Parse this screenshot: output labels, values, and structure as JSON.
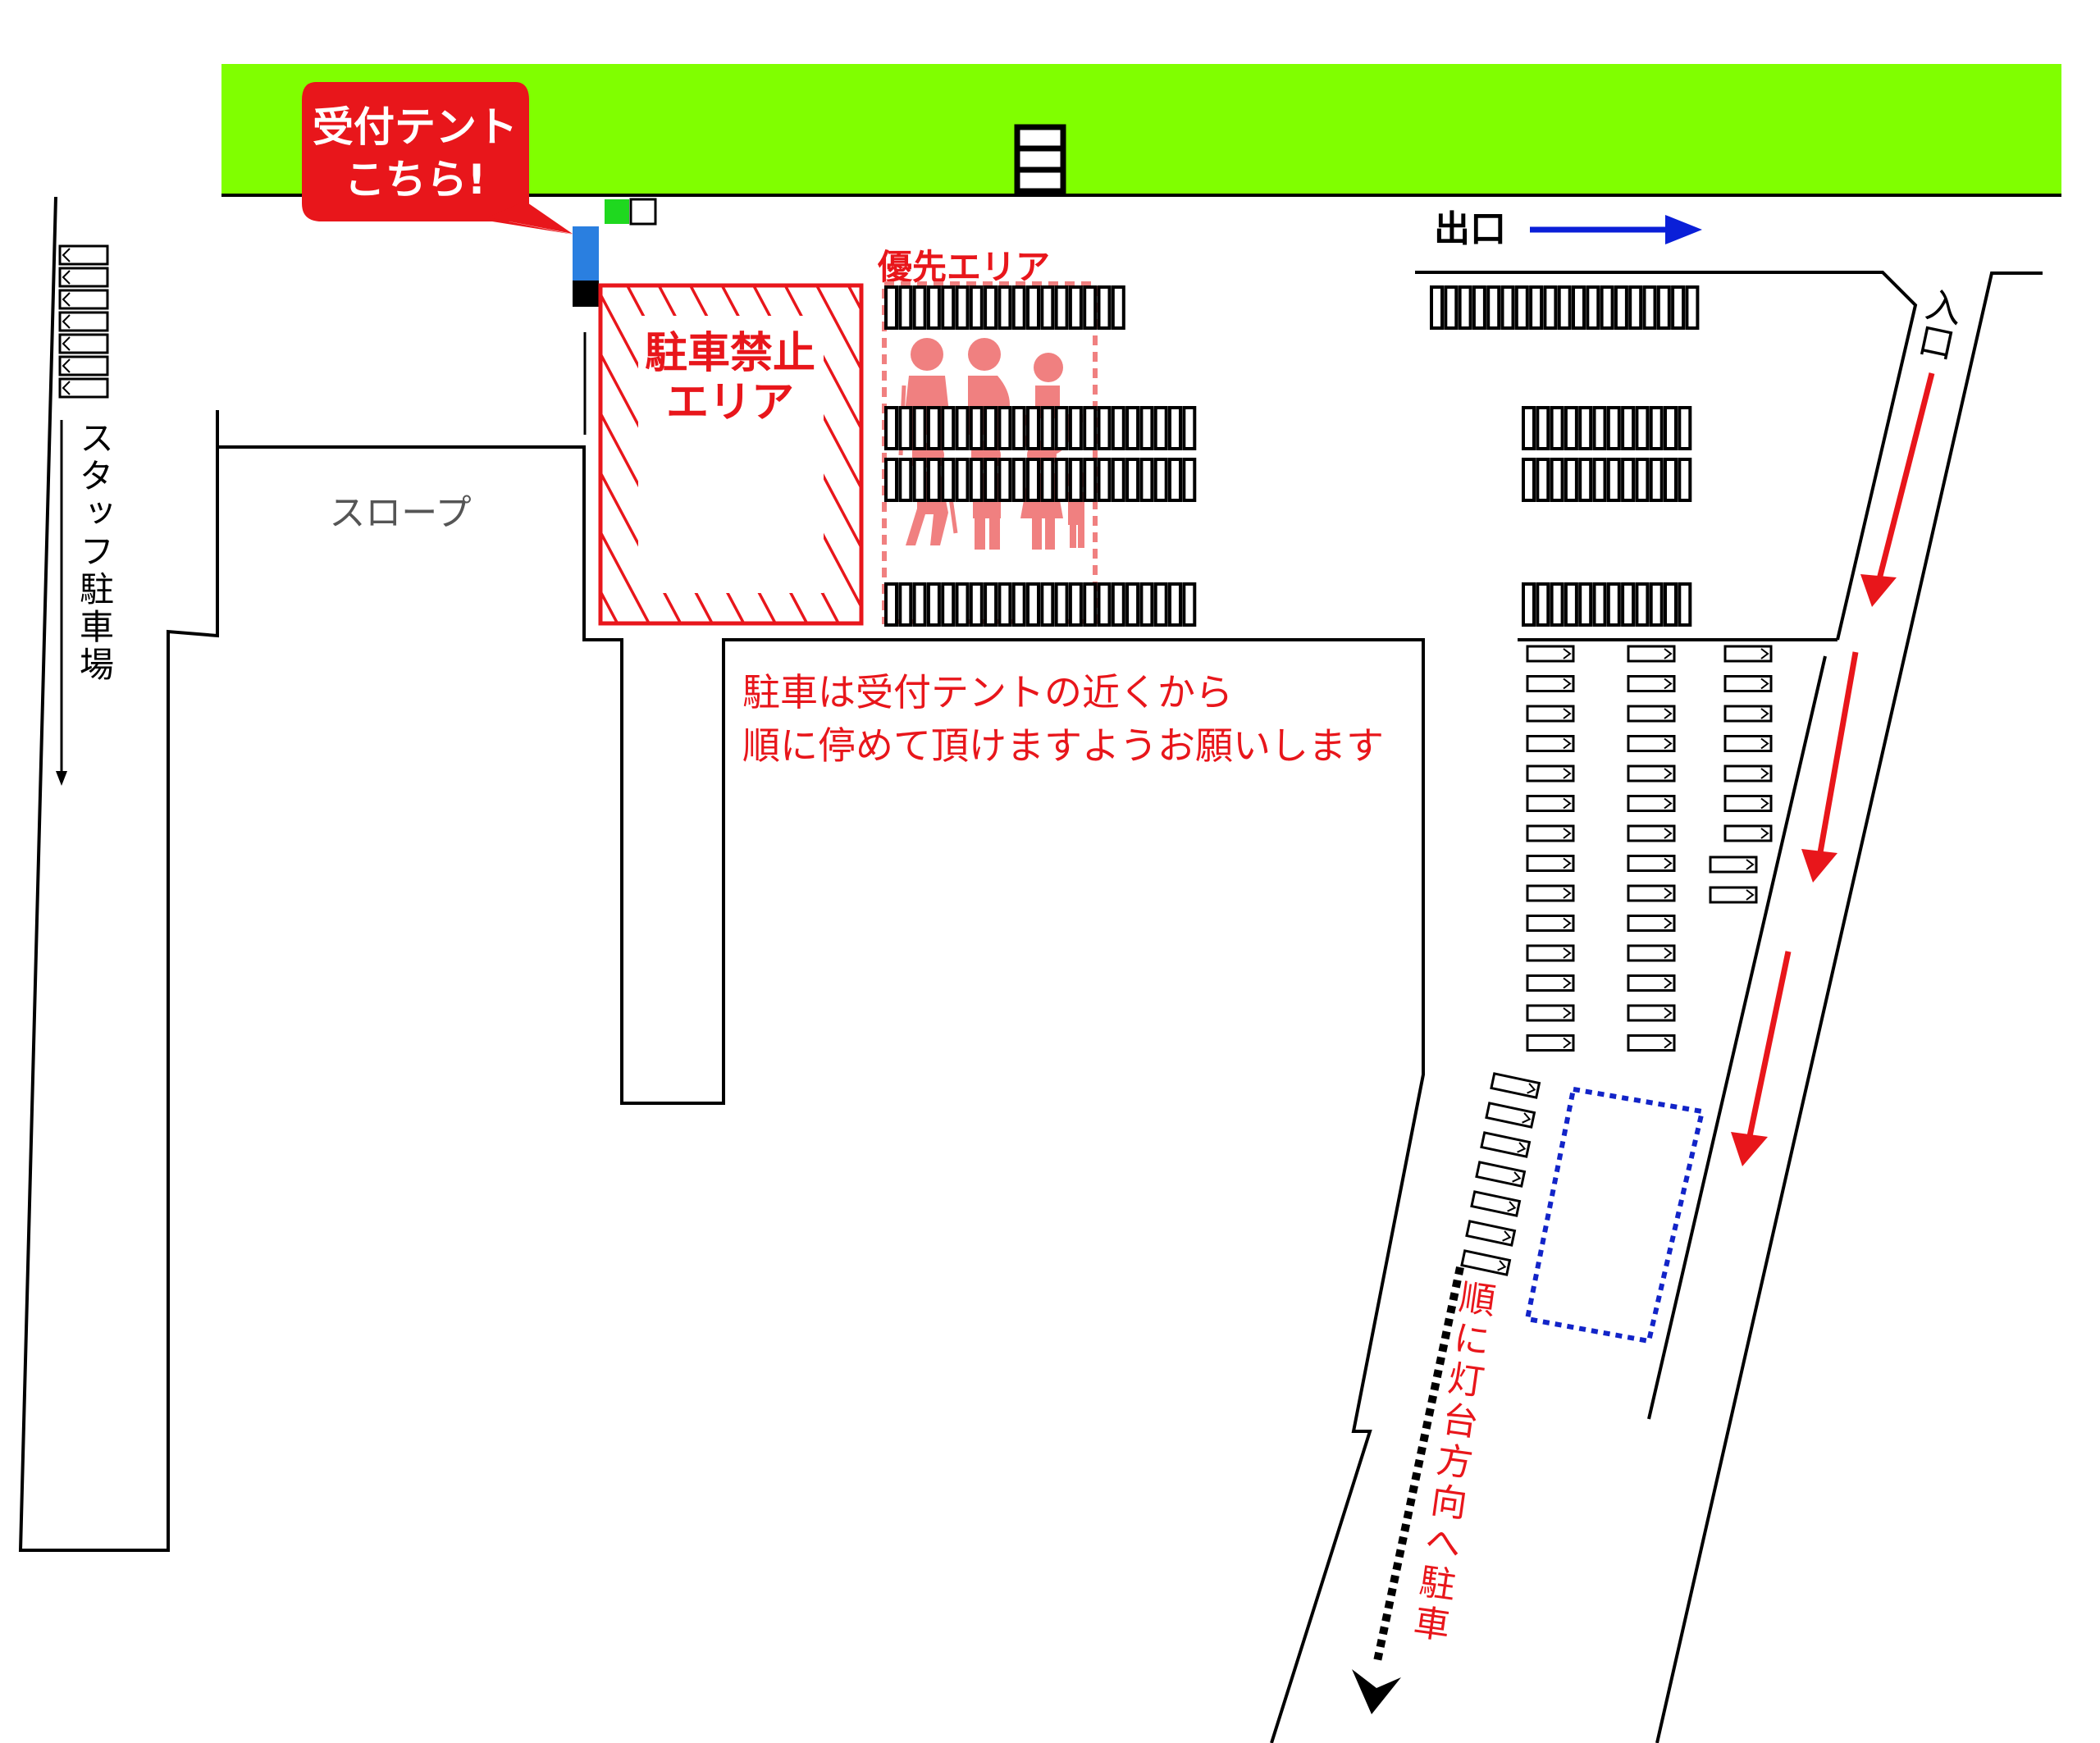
{
  "map": {
    "reception_callout": {
      "line1": "受付テント",
      "line2": "こちら!"
    },
    "exit_label": "出口",
    "entrance_label": "入口",
    "priority_area_label": "優先エリア",
    "no_parking": {
      "line1": "駐車禁止",
      "line2": "エリア"
    },
    "slope_label": "スロープ",
    "staff_parking_label": "スタッフ駐車場",
    "instruction": {
      "line1": "駐車は受付テントの近くから",
      "line2": "順に停めて頂けますようお願いします"
    },
    "lighthouse_direction_label": "順に灯台方向へ駐車",
    "colors": {
      "grass": "#80ff00",
      "accent_red": "#e8161b",
      "exit_arrow": "#0a1fd8",
      "priority_pink": "#f08080",
      "tent_blue": "#2a7fe0",
      "tent_green": "#1fd81f",
      "blue_dotted_zone": "#1224c8"
    },
    "icons": [
      "wheelchair-icon",
      "pregnant-icon",
      "elderly-icon",
      "child-icon",
      "parent-with-child-icon"
    ]
  }
}
